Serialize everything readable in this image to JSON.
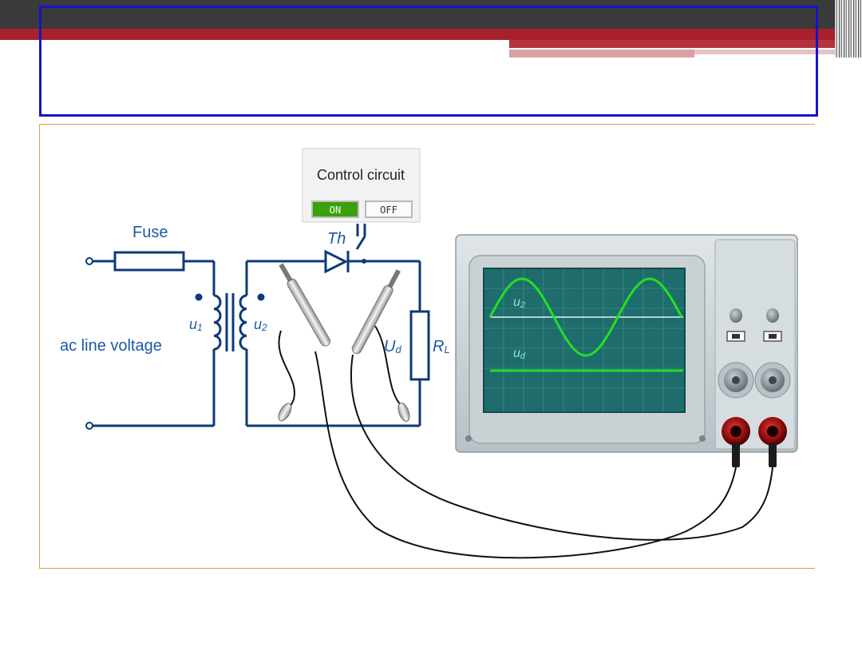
{
  "slide": {
    "title": "",
    "colors": {
      "frame_blue": "#1414c8",
      "content_border": "#d7a24a",
      "wire": "#0d3a78",
      "trace_green": "#22e022",
      "screen_teal": "#1e6c6c"
    }
  },
  "diagram": {
    "fuse_label": "Fuse",
    "ac_label": "ac line voltage",
    "u1_label": "u",
    "u1_sub": "1",
    "u2_label": "u",
    "u2_sub": "2",
    "th_label": "Th",
    "ud_label": "U",
    "ud_sub": "d",
    "rl_label": "R",
    "rl_sub": "L",
    "control": {
      "title": "Control circuit",
      "on_label": "ON",
      "off_label": "OFF",
      "state": "ON"
    },
    "scope": {
      "trace1_label": "u",
      "trace1_sub": "2",
      "trace2_label": "u",
      "trace2_sub": "d"
    }
  }
}
